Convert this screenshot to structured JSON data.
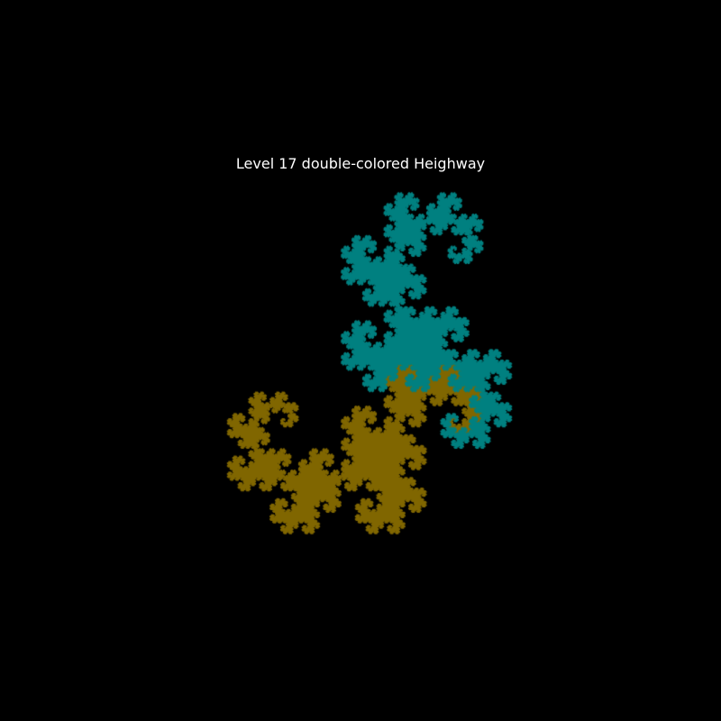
{
  "title": "Level 17 double-colored Heighway",
  "fractal": {
    "name": "Heighway dragon",
    "level": 17,
    "background_color": "#000000",
    "halves": [
      {
        "part": "first",
        "color": "#806600"
      },
      {
        "part": "second",
        "color": "#008080"
      }
    ]
  }
}
